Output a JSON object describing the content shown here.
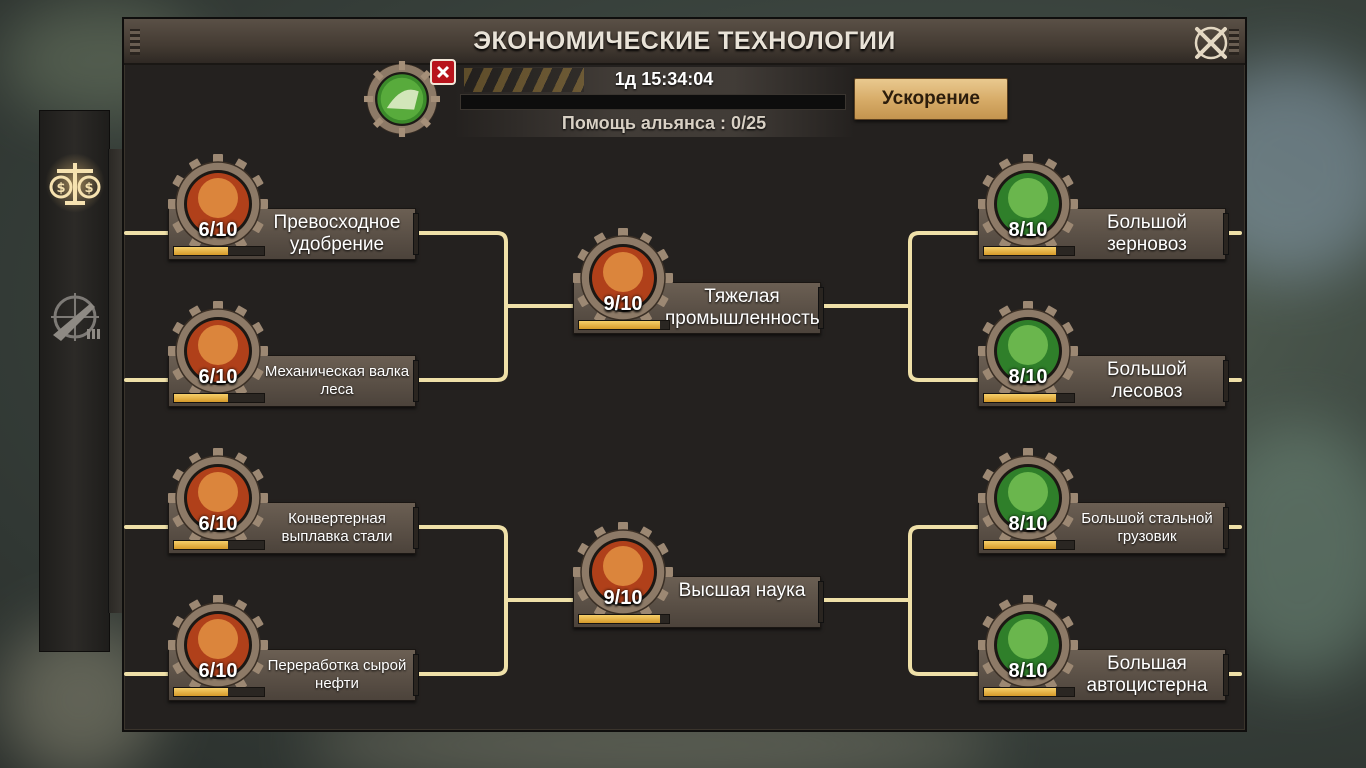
{
  "panel": {
    "title": "ЭКОНОМИЧЕСКИЕ ТЕХНОЛОГИИ",
    "close_icon": "crossed-wrenches-close-icon"
  },
  "side_tabs": [
    {
      "icon": "scales-icon",
      "active": true
    },
    {
      "icon": "rifle-target-icon",
      "active": false
    }
  ],
  "research": {
    "timer": "1д 15:34:04",
    "timer_progress": 0.0,
    "alliance_help": "Помощь альянса : 0/25",
    "speed_button": "Ускорение",
    "cancel_icon": "cancel-x-icon"
  },
  "nodes": {
    "fertilizer": {
      "name": "Превосходное удобрение",
      "level": "6/10",
      "progress": 0.6,
      "theme": "red"
    },
    "logging": {
      "name": "Механическая валка леса",
      "level": "6/10",
      "progress": 0.6,
      "theme": "red"
    },
    "steel": {
      "name": "Конвертерная выплавка стали",
      "level": "6/10",
      "progress": 0.6,
      "theme": "red"
    },
    "oil": {
      "name": "Переработка сырой нефти",
      "level": "6/10",
      "progress": 0.6,
      "theme": "red"
    },
    "heavy": {
      "name": "Тяжелая промышленность",
      "level": "9/10",
      "progress": 0.9,
      "theme": "red"
    },
    "science": {
      "name": "Высшая наука",
      "level": "9/10",
      "progress": 0.9,
      "theme": "red"
    },
    "grain_truck": {
      "name": "Большой зерновоз",
      "level": "8/10",
      "progress": 0.8,
      "theme": "green"
    },
    "log_truck": {
      "name": "Большой лесовоз",
      "level": "8/10",
      "progress": 0.8,
      "theme": "green"
    },
    "steel_truck": {
      "name": "Большой стальной грузовик",
      "level": "8/10",
      "progress": 0.8,
      "theme": "green"
    },
    "tank_truck": {
      "name": "Большая автоцистерна",
      "level": "8/10",
      "progress": 0.8,
      "theme": "green"
    }
  },
  "colors": {
    "accent": "#e8c77a",
    "line": "#efe0a8",
    "progress": "#e2ad3f",
    "cancel": "#b8141c"
  }
}
